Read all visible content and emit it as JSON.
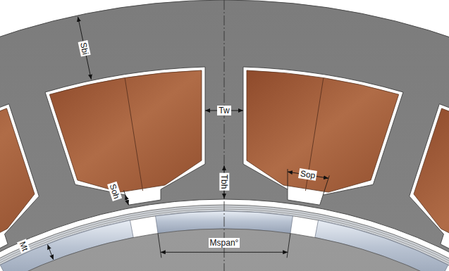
{
  "diagram": {
    "labels": [
      "Sbi",
      "Tw",
      "Soh",
      "Tbh",
      "Sop",
      "Mt",
      "Mspan°"
    ]
  }
}
